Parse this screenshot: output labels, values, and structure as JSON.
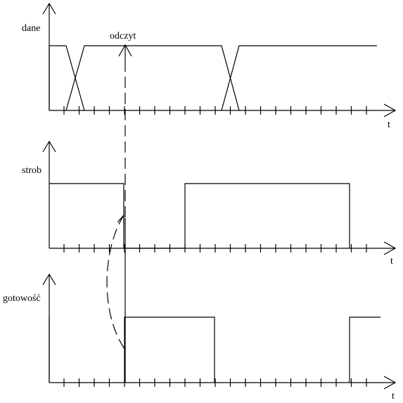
{
  "signals": [
    {
      "id": "dane",
      "label": "dane",
      "axis_label": "t"
    },
    {
      "id": "strob",
      "label": "strob",
      "axis_label": "t"
    },
    {
      "id": "gotowosc",
      "label": "gotowość",
      "axis_label": "t"
    }
  ],
  "annotations": {
    "read_marker": "odczyt"
  }
}
